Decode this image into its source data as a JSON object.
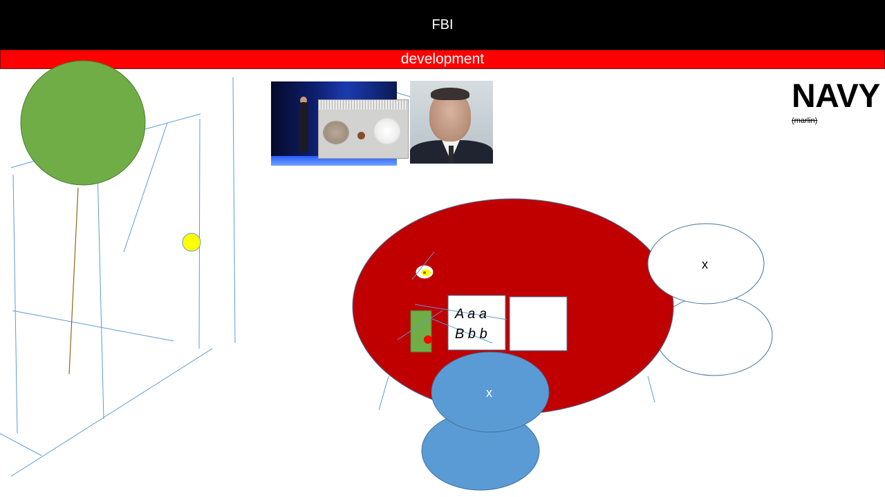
{
  "header": {
    "title": "FBI"
  },
  "banner": {
    "label": "development"
  },
  "corner": {
    "title": "NAVY",
    "subtitle": "(marlin)"
  },
  "shapes": {
    "white_ellipse_label": "x",
    "blue_ellipse_label": "x",
    "box_text_line1": "A a a",
    "box_text_line2": "B b b"
  },
  "colors": {
    "header_bg": "#000000",
    "banner_bg": "#ff0000",
    "big_oval": "#c00000",
    "green": "#70ad47",
    "blue": "#5b9bd5",
    "yellow": "#ffff00",
    "line": "#5b9bd5"
  }
}
